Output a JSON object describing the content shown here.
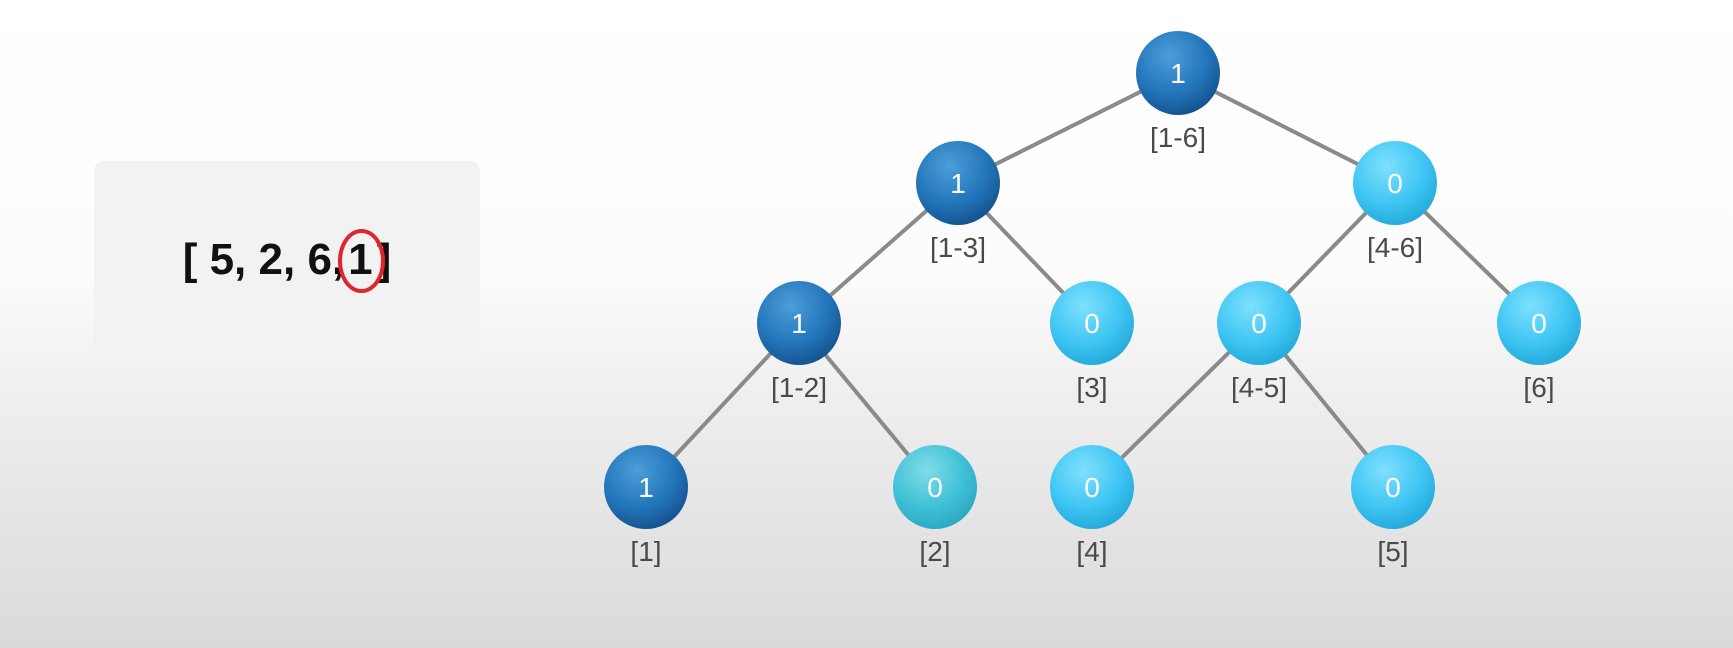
{
  "array": {
    "open": "[",
    "items": [
      "5,",
      "2,",
      "6,"
    ],
    "highlighted": "1",
    "close": "]"
  },
  "tree": {
    "nodes": [
      {
        "id": "n1-6",
        "value": "1",
        "range": "[1-6]",
        "active": true
      },
      {
        "id": "n1-3",
        "value": "1",
        "range": "[1-3]",
        "active": true
      },
      {
        "id": "n4-6",
        "value": "0",
        "range": "[4-6]",
        "active": false
      },
      {
        "id": "n1-2",
        "value": "1",
        "range": "[1-2]",
        "active": true
      },
      {
        "id": "n3",
        "value": "0",
        "range": "[3]",
        "active": false
      },
      {
        "id": "n4-5",
        "value": "0",
        "range": "[4-5]",
        "active": false
      },
      {
        "id": "n6",
        "value": "0",
        "range": "[6]",
        "active": false
      },
      {
        "id": "n1",
        "value": "1",
        "range": "[1]",
        "active": true
      },
      {
        "id": "n2",
        "value": "0",
        "range": "[2]",
        "active": false
      },
      {
        "id": "n4",
        "value": "0",
        "range": "[4]",
        "active": false
      },
      {
        "id": "n5",
        "value": "0",
        "range": "[5]",
        "active": false
      }
    ],
    "edges": [
      [
        "n1-6",
        "n1-3"
      ],
      [
        "n1-6",
        "n4-6"
      ],
      [
        "n1-3",
        "n1-2"
      ],
      [
        "n1-3",
        "n3"
      ],
      [
        "n4-6",
        "n4-5"
      ],
      [
        "n4-6",
        "n6"
      ],
      [
        "n1-2",
        "n1"
      ],
      [
        "n1-2",
        "n2"
      ],
      [
        "n4-5",
        "n4"
      ],
      [
        "n4-5",
        "n5"
      ]
    ]
  },
  "colors": {
    "active_node": "#1f72b8",
    "inactive_node": "#3cc4f2",
    "edge": "#8a8a8a",
    "range_text": "#4a4a4a",
    "highlight_ring": "#e0262a"
  }
}
